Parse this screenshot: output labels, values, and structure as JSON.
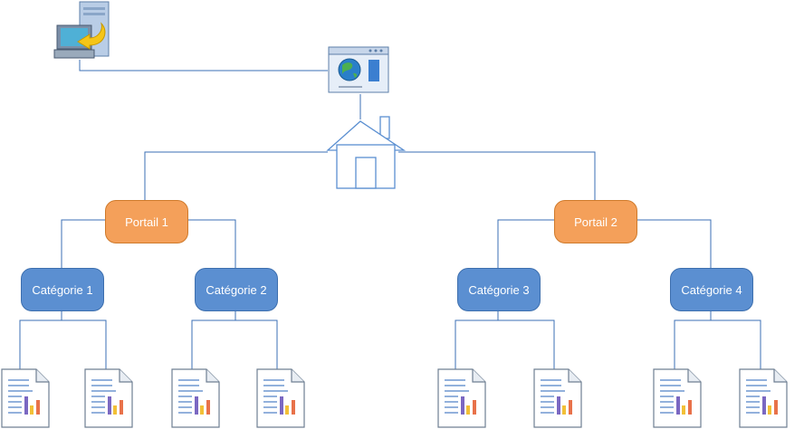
{
  "portals": [
    {
      "label": "Portail 1",
      "color": "#f4a05a"
    },
    {
      "label": "Portail 2",
      "color": "#f4a05a"
    }
  ],
  "categories": [
    {
      "label": "Catégorie 1",
      "color": "#5b8fd1"
    },
    {
      "label": "Catégorie 2",
      "color": "#5b8fd1"
    },
    {
      "label": "Catégorie 3",
      "color": "#5b8fd1"
    },
    {
      "label": "Catégorie 4",
      "color": "#5b8fd1"
    }
  ],
  "icons": {
    "computer": "computer-upload-icon",
    "browser": "web-browser-globe-icon",
    "home": "house-icon",
    "document": "report-document-icon"
  },
  "colors": {
    "connector": "#3b6fb4",
    "house_outline": "#5b8fd1"
  }
}
